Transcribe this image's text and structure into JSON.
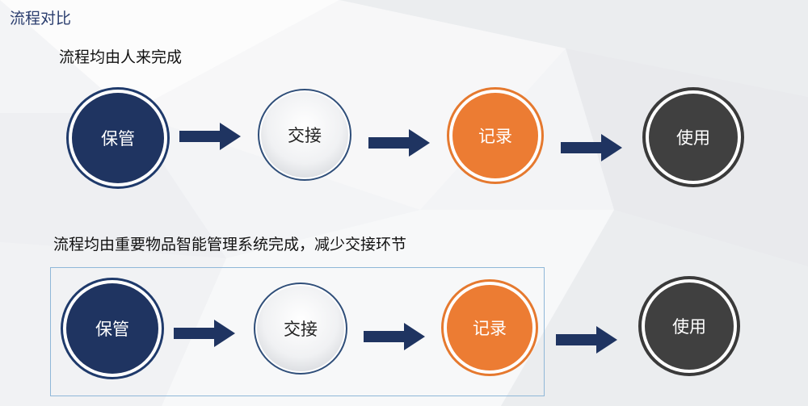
{
  "page_title": "流程对比",
  "rows": [
    {
      "caption": "流程均由人来完成",
      "steps": [
        {
          "label": "保管",
          "style": "navy"
        },
        {
          "label": "交接",
          "style": "silver"
        },
        {
          "label": "记录",
          "style": "orange"
        },
        {
          "label": "使用",
          "style": "dark"
        }
      ]
    },
    {
      "caption": "流程均由重要物品智能管理系统完成，减少交接环节",
      "steps": [
        {
          "label": "保管",
          "style": "navy"
        },
        {
          "label": "交接",
          "style": "silver"
        },
        {
          "label": "记录",
          "style": "orange"
        },
        {
          "label": "使用",
          "style": "dark"
        }
      ]
    }
  ],
  "colors": {
    "navy": "#1f3461",
    "orange": "#ec7c33",
    "dark": "#404040",
    "arrow": "#1f3461",
    "title": "#2a3d6e",
    "highlight_border": "#8fb7d8"
  }
}
